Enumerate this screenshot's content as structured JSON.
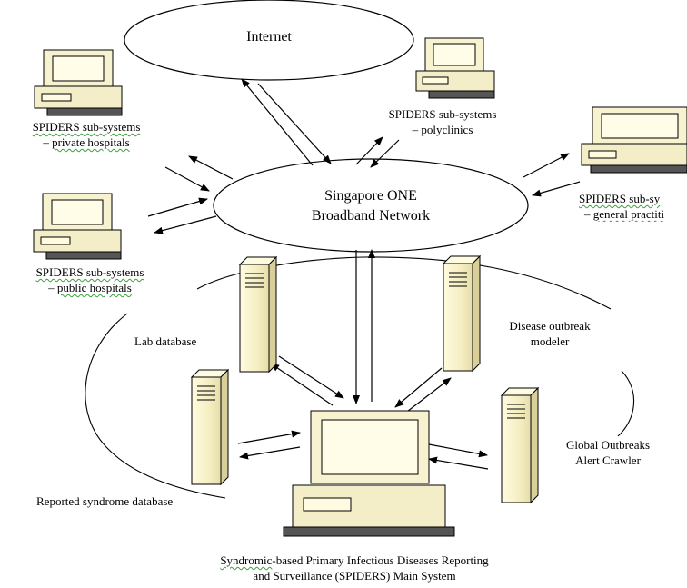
{
  "internet": {
    "label": "Internet"
  },
  "network": {
    "line1": "Singapore ONE",
    "line2": "Broadband Network"
  },
  "private_hospitals": {
    "title": "SPIDERS sub-systems",
    "dash": "– ",
    "name": "private hospitals"
  },
  "polyclinics": {
    "line1": "SPIDERS sub-systems",
    "line2": "– polyclinics"
  },
  "general_practitioners": {
    "title": "SPIDERS sub-sy",
    "dash": "– ",
    "name": "general practiti"
  },
  "public_hospitals": {
    "title": "SPIDERS sub-systems",
    "dash": "– ",
    "name": "public hospitals"
  },
  "lab_database": {
    "label": "Lab database"
  },
  "disease_outbreak_modeler": {
    "line1": "Disease outbreak",
    "line2": "modeler"
  },
  "global_outbreaks_alert_crawler": {
    "line1": "Global Outbreaks",
    "line2": "Alert Crawler"
  },
  "reported_syndrome_database": {
    "label": "Reported syndrome database"
  },
  "main_system": {
    "line1_word": "Syndromic",
    "line1_rest": "-based Primary Infectious Diseases Reporting",
    "line2": "and Surveillance (SPIDERS) Main System"
  }
}
